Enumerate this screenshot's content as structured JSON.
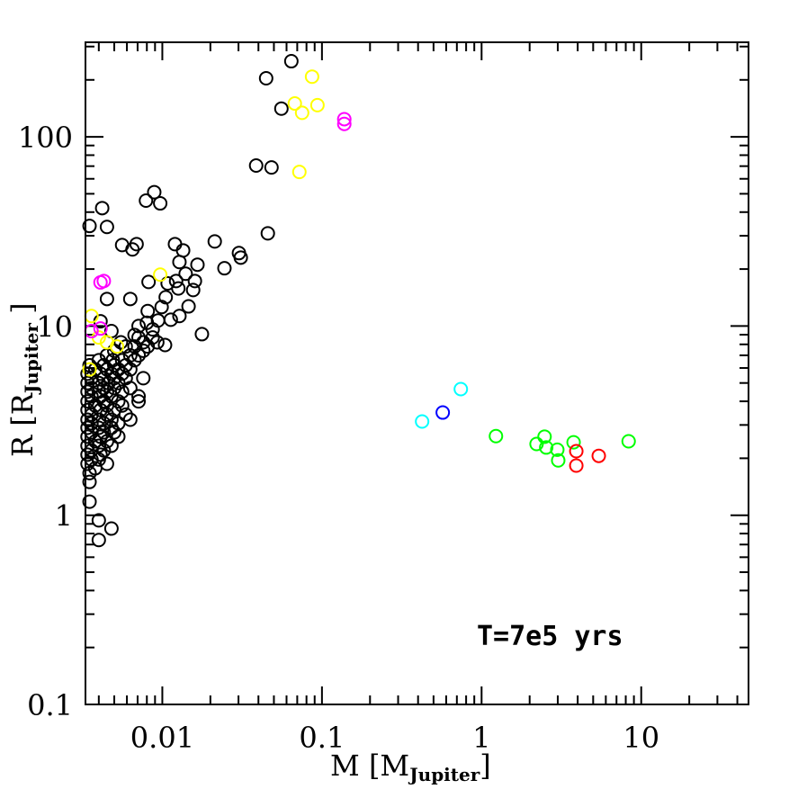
{
  "chart_data": {
    "type": "scatter",
    "title": "",
    "xlabel": {
      "main": "M",
      "unit": "M",
      "unit_sub": "Jupiter"
    },
    "ylabel": {
      "main": "R",
      "unit": "R",
      "unit_sub": "Jupiter"
    },
    "xscale": "log",
    "yscale": "log",
    "xlim": [
      0.0033,
      47
    ],
    "ylim": [
      0.1,
      316
    ],
    "x_ticks": [
      {
        "value": 0.01,
        "label": "0.01"
      },
      {
        "value": 0.1,
        "label": "0.1"
      },
      {
        "value": 1,
        "label": "1"
      },
      {
        "value": 10,
        "label": "10"
      }
    ],
    "y_ticks": [
      {
        "value": 0.1,
        "label": "0.1"
      },
      {
        "value": 1,
        "label": "1"
      },
      {
        "value": 10,
        "label": "10"
      },
      {
        "value": 100,
        "label": "100"
      }
    ],
    "grid": false,
    "marker": "open-circle",
    "annotation": "T=7e5 yrs",
    "series": [
      {
        "color": "#000000",
        "points": [
          [
            0.0643,
            251
          ],
          [
            0.0447,
            204
          ],
          [
            0.0557,
            141
          ],
          [
            0.0387,
            70.5
          ],
          [
            0.0483,
            68.9
          ],
          [
            0.0458,
            30.9
          ],
          [
            0.0035,
            33.8
          ],
          [
            0.0045,
            33.4
          ],
          [
            0.0042,
            42
          ],
          [
            0.0079,
            46
          ],
          [
            0.0089,
            51
          ],
          [
            0.0097,
            44.5
          ],
          [
            0.0056,
            26.8
          ],
          [
            0.0065,
            25.4
          ],
          [
            0.0069,
            27.1
          ],
          [
            0.012,
            27.1
          ],
          [
            0.0135,
            25.1
          ],
          [
            0.0213,
            28
          ],
          [
            0.0302,
            24.3
          ],
          [
            0.031,
            23
          ],
          [
            0.0245,
            20.2
          ],
          [
            0.0166,
            21.1
          ],
          [
            0.014,
            18.9
          ],
          [
            0.016,
            17.3
          ],
          [
            0.0128,
            21.8
          ],
          [
            0.0122,
            17.3
          ],
          [
            0.0108,
            16.8
          ],
          [
            0.0082,
            17.1
          ],
          [
            0.0177,
            9.06
          ],
          [
            0.0104,
            7.94
          ],
          [
            0.0063,
            13.9
          ],
          [
            0.0045,
            13.9
          ],
          [
            0.008,
            10.4
          ],
          [
            0.0099,
            12.6
          ],
          [
            0.0128,
            11.3
          ],
          [
            0.0146,
            12.7
          ],
          [
            0.0156,
            15.5
          ],
          [
            0.0126,
            15.8
          ],
          [
            0.0105,
            14.2
          ],
          [
            0.0071,
            10
          ],
          [
            0.0087,
            9.6
          ],
          [
            0.0094,
            10.7
          ],
          [
            0.0113,
            10.8
          ],
          [
            0.0081,
            12.0
          ],
          [
            0.0067,
            8.96
          ],
          [
            0.0055,
            8.2
          ],
          [
            0.0048,
            9.4
          ],
          [
            0.0041,
            10.6
          ],
          [
            0.0076,
            8.2
          ],
          [
            0.0059,
            7.8
          ],
          [
            0.0067,
            7.8
          ],
          [
            0.0081,
            7.8
          ],
          [
            0.0093,
            8.2
          ],
          [
            0.0071,
            8.7
          ],
          [
            0.0087,
            8.7
          ],
          [
            0.005,
            7.4
          ],
          [
            0.0076,
            7.4
          ],
          [
            0.0045,
            7.0
          ],
          [
            0.0063,
            7.0
          ],
          [
            0.0071,
            7.0
          ],
          [
            0.004,
            6.6
          ],
          [
            0.0049,
            6.6
          ],
          [
            0.0056,
            6.6
          ],
          [
            0.0067,
            6.6
          ],
          [
            0.0035,
            6.2
          ],
          [
            0.0043,
            6.2
          ],
          [
            0.005,
            6.2
          ],
          [
            0.0059,
            6.2
          ],
          [
            0.0038,
            5.9
          ],
          [
            0.0045,
            5.9
          ],
          [
            0.0053,
            5.9
          ],
          [
            0.0063,
            5.9
          ],
          [
            0.0034,
            5.6
          ],
          [
            0.0041,
            5.6
          ],
          [
            0.0048,
            5.6
          ],
          [
            0.0056,
            5.6
          ],
          [
            0.0036,
            5.3
          ],
          [
            0.0043,
            5.3
          ],
          [
            0.005,
            5.3
          ],
          [
            0.0059,
            5.3
          ],
          [
            0.0076,
            5.3
          ],
          [
            0.0034,
            5.0
          ],
          [
            0.004,
            5.0
          ],
          [
            0.0046,
            5.0
          ],
          [
            0.0053,
            5.0
          ],
          [
            0.0036,
            4.7
          ],
          [
            0.0043,
            4.7
          ],
          [
            0.005,
            4.7
          ],
          [
            0.0063,
            4.7
          ],
          [
            0.0034,
            4.5
          ],
          [
            0.004,
            4.5
          ],
          [
            0.0045,
            4.5
          ],
          [
            0.0056,
            4.5
          ],
          [
            0.0036,
            4.25
          ],
          [
            0.0041,
            4.25
          ],
          [
            0.0048,
            4.25
          ],
          [
            0.0071,
            4.25
          ],
          [
            0.0034,
            4.0
          ],
          [
            0.0043,
            4.0
          ],
          [
            0.0053,
            4.0
          ],
          [
            0.0071,
            4.0
          ],
          [
            0.0038,
            3.8
          ],
          [
            0.0045,
            3.8
          ],
          [
            0.0056,
            3.8
          ],
          [
            0.0034,
            3.6
          ],
          [
            0.0041,
            3.6
          ],
          [
            0.005,
            3.6
          ],
          [
            0.0036,
            3.4
          ],
          [
            0.0045,
            3.4
          ],
          [
            0.0059,
            3.4
          ],
          [
            0.0034,
            3.2
          ],
          [
            0.004,
            3.2
          ],
          [
            0.0048,
            3.2
          ],
          [
            0.0063,
            3.2
          ],
          [
            0.0036,
            3.06
          ],
          [
            0.0043,
            3.06
          ],
          [
            0.0053,
            3.06
          ],
          [
            0.0034,
            2.9
          ],
          [
            0.004,
            2.9
          ],
          [
            0.0048,
            2.9
          ],
          [
            0.0036,
            2.74
          ],
          [
            0.0043,
            2.74
          ],
          [
            0.005,
            2.74
          ],
          [
            0.0034,
            2.6
          ],
          [
            0.0041,
            2.6
          ],
          [
            0.0053,
            2.6
          ],
          [
            0.0038,
            2.46
          ],
          [
            0.0045,
            2.46
          ],
          [
            0.0034,
            2.33
          ],
          [
            0.004,
            2.33
          ],
          [
            0.0048,
            2.33
          ],
          [
            0.0036,
            2.2
          ],
          [
            0.0043,
            2.2
          ],
          [
            0.0034,
            2.09
          ],
          [
            0.0041,
            2.09
          ],
          [
            0.0036,
            1.97
          ],
          [
            0.004,
            1.97
          ],
          [
            0.0045,
            1.87
          ],
          [
            0.0034,
            1.87
          ],
          [
            0.0038,
            1.77
          ],
          [
            0.0035,
            1.67
          ],
          [
            0.0035,
            1.5
          ],
          [
            0.0035,
            1.18
          ],
          [
            0.004,
            0.94
          ],
          [
            0.0048,
            0.85
          ],
          [
            0.004,
            0.74
          ]
        ]
      },
      {
        "color": "#ffff00",
        "points": [
          [
            0.0867,
            208
          ],
          [
            0.0676,
            150
          ],
          [
            0.0751,
            134
          ],
          [
            0.0937,
            147
          ],
          [
            0.0722,
            65.2
          ],
          [
            0.0097,
            18.7
          ],
          [
            0.0036,
            11.3
          ],
          [
            0.0045,
            8.2
          ],
          [
            0.0052,
            7.8
          ],
          [
            0.0035,
            5.9
          ],
          [
            0.004,
            8.7
          ]
        ]
      },
      {
        "color": "#ff00ff",
        "points": [
          [
            0.138,
            124
          ],
          [
            0.138,
            117
          ],
          [
            0.0041,
            17
          ],
          [
            0.0043,
            17.3
          ],
          [
            0.0041,
            9.7
          ],
          [
            0.0036,
            9.4
          ]
        ]
      },
      {
        "color": "#00ffff",
        "points": [
          [
            0.741,
            4.64
          ],
          [
            0.424,
            3.13
          ]
        ]
      },
      {
        "color": "#0000ff",
        "points": [
          [
            0.571,
            3.49
          ]
        ]
      },
      {
        "color": "#00ff00",
        "points": [
          [
            1.23,
            2.62
          ],
          [
            2.48,
            2.6
          ],
          [
            2.21,
            2.38
          ],
          [
            2.54,
            2.28
          ],
          [
            2.98,
            2.22
          ],
          [
            3.02,
            1.95
          ],
          [
            3.77,
            2.43
          ],
          [
            8.34,
            2.46
          ]
        ]
      },
      {
        "color": "#ff0000",
        "points": [
          [
            3.92,
            2.18
          ],
          [
            3.92,
            1.83
          ],
          [
            5.42,
            2.06
          ]
        ]
      }
    ]
  }
}
